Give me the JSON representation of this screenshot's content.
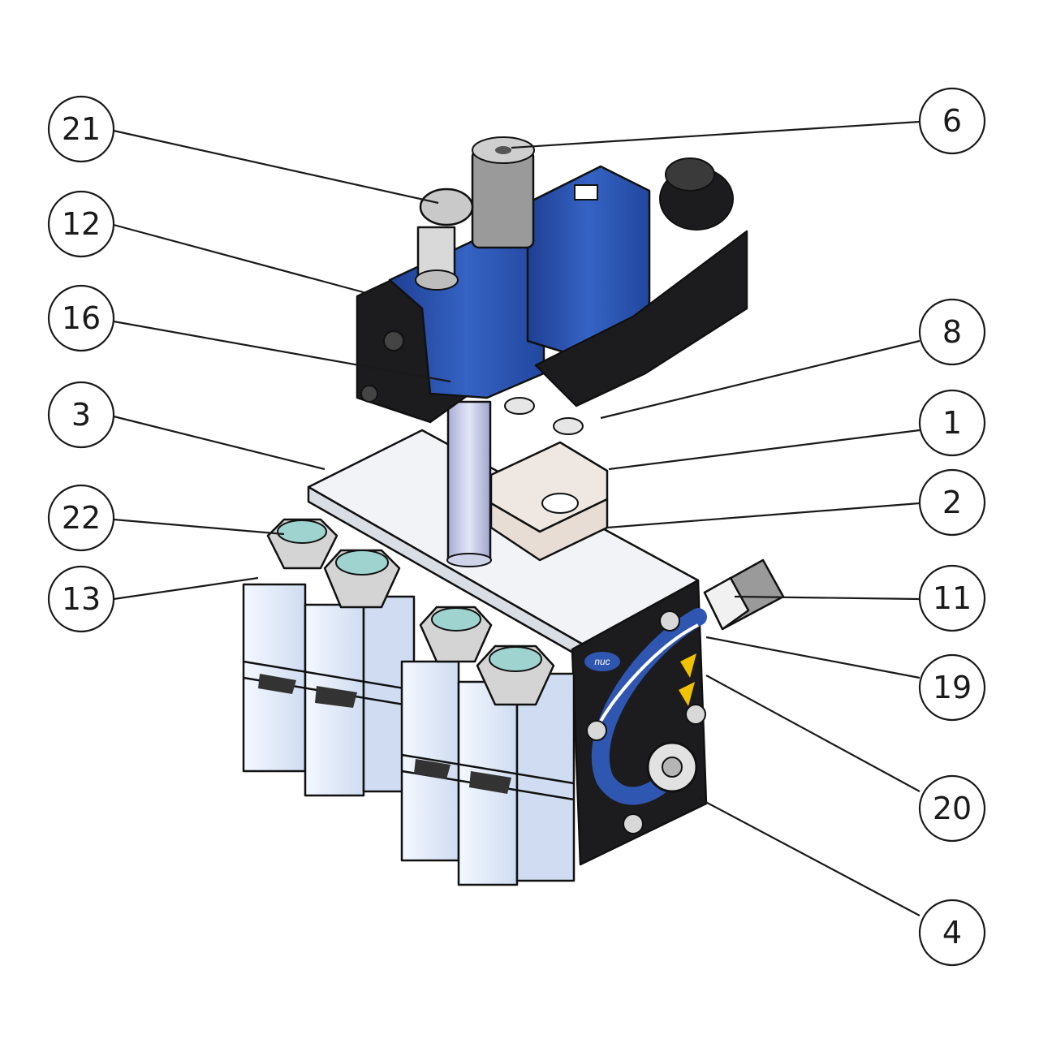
{
  "callouts": [
    {
      "id": "21",
      "label": "21"
    },
    {
      "id": "12",
      "label": "12"
    },
    {
      "id": "16",
      "label": "16"
    },
    {
      "id": "3",
      "label": "3"
    },
    {
      "id": "22",
      "label": "22"
    },
    {
      "id": "13",
      "label": "13"
    },
    {
      "id": "6",
      "label": "6"
    },
    {
      "id": "8",
      "label": "8"
    },
    {
      "id": "1",
      "label": "1"
    },
    {
      "id": "2",
      "label": "2"
    },
    {
      "id": "11",
      "label": "11"
    },
    {
      "id": "19",
      "label": "19"
    },
    {
      "id": "20",
      "label": "20"
    },
    {
      "id": "4",
      "label": "4"
    }
  ],
  "colors": {
    "valve_blue": "#2f56b0",
    "coil_black": "#1c1c1e",
    "body_white": "#eef2f8",
    "cartridge_blue": "#dfe9f8",
    "rod": "#c9cde8",
    "clamp_beige": "#efe8e2",
    "warning_yellow": "#f2c200"
  },
  "logo_text": "nuc"
}
